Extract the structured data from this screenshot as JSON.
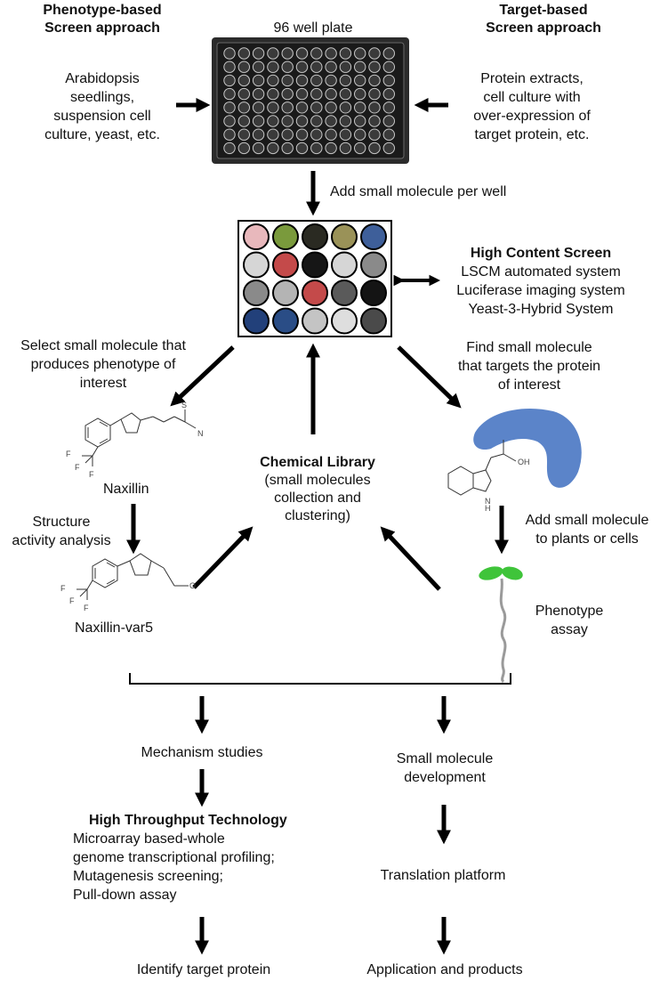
{
  "header": {
    "phenotype_title": [
      "Phenotype-based",
      "Screen approach"
    ],
    "plate_label": "96 well plate",
    "target_title": [
      "Target-based",
      "Screen approach"
    ]
  },
  "inputs": {
    "phenotype_samples": [
      "Arabidopsis",
      "seedlings,",
      "suspension  cell",
      "culture, yeast, etc."
    ],
    "target_samples": [
      "Protein extracts,",
      "cell culture with",
      "over-expression of",
      "target protein, etc."
    ]
  },
  "steps": {
    "add_molecule": "Add small molecule per well",
    "hcs_title": "High Content Screen",
    "hcs_systems": [
      "LSCM automated system",
      "Luciferase imaging system",
      "Yeast-3-Hybrid System"
    ],
    "select_phenotype": [
      "Select small molecule that",
      "produces phenotype of",
      "interest"
    ],
    "find_target": [
      "Find small molecule",
      "that targets the protein",
      "of interest"
    ],
    "chem_library_title": "Chemical Library",
    "chem_library_desc": [
      "(small molecules",
      "collection and",
      "clustering)"
    ],
    "naxillin": "Naxillin",
    "structure_activity": [
      "Structure",
      "activity analysis"
    ],
    "naxillin_var5": "Naxillin-var5",
    "add_to_plants": [
      "Add small molecule",
      "to plants or cells"
    ],
    "phenotype_assay": [
      "Phenotype",
      "assay"
    ]
  },
  "downstream": {
    "mechanism": "Mechanism studies",
    "htt_title": "High Throughput Technology",
    "htt_items": [
      "Microarray  based-whole",
      "genome transcriptional profiling;",
      "Mutagenesis screening;",
      "Pull-down assay"
    ],
    "identify_target": "Identify target protein",
    "sm_development": [
      "Small molecule",
      "development"
    ],
    "translation": "Translation platform",
    "application": "Application and products"
  },
  "molecule_labels": {
    "f": "F",
    "s": "S",
    "n": "N",
    "h": "H",
    "nh": "N",
    "oh": "OH",
    "o": "O"
  },
  "well_grid": {
    "rows": [
      [
        "#e8b8bc",
        "#7a9a3c",
        "#2a2a22",
        "#9a9258",
        "#3e5f9a"
      ],
      [
        "#d6d6d6",
        "#c44a4a",
        "#161616",
        "#d6d6d6",
        "#8a8a8a"
      ],
      [
        "#8a8a8a",
        "#b4b4b4",
        "#c44a4a",
        "#5a5a5a",
        "#141414"
      ],
      [
        "#22407a",
        "#2a4d86",
        "#c4c4c4",
        "#dedede",
        "#4a4a4a"
      ]
    ]
  }
}
